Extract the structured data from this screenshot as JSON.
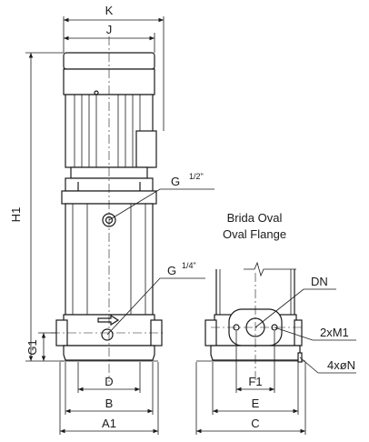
{
  "labels": {
    "K": "K",
    "J": "J",
    "H1": "H1",
    "G1": "G1",
    "G_upper": "G",
    "G_upper_size": "1/2\"",
    "G_lower": "G",
    "G_lower_size": "1/4\"",
    "flange_title_es": "Brida Oval",
    "flange_title_en": "Oval Flange",
    "DN": "DN",
    "M1": "2xM1",
    "N": "4xøN",
    "D": "D",
    "B": "B",
    "A1": "A1",
    "F1": "F1",
    "E": "E",
    "C": "C"
  }
}
